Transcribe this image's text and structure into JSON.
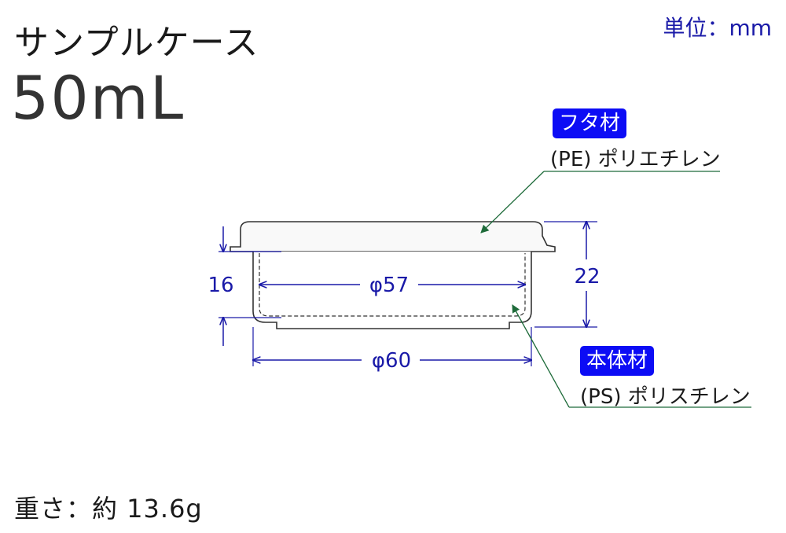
{
  "header": {
    "title": "サンプルケース",
    "volume": "50mL",
    "unit": "単位：mm"
  },
  "lid": {
    "badge": "フタ材",
    "material": "(PE) ポリエチレン"
  },
  "body": {
    "badge": "本体材",
    "material": "(PS) ポリスチレン"
  },
  "dimensions": {
    "inner_diameter": "φ57",
    "outer_diameter": "φ60",
    "body_height": "16",
    "total_height": "22"
  },
  "footer": {
    "weight": "重さ：約 13.6g"
  },
  "colors": {
    "dimension": "#1a1aa8",
    "badge": "#0c0cf5",
    "leader": "#1e6b3a"
  }
}
